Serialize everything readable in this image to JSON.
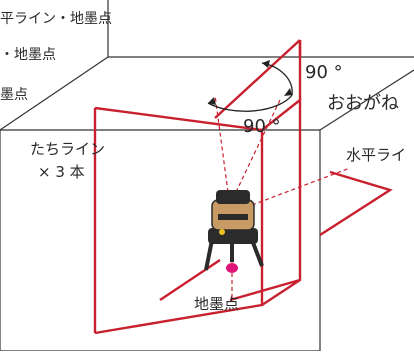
{
  "labels": {
    "top_clip_1": "平ライン・地墨点",
    "top_clip_2": "・地墨点",
    "top_clip_3": "墨点",
    "vertical_lines": "たちライン",
    "vertical_count": "× 3 本",
    "angle_upper": "90 °",
    "angle_lower": "90 °",
    "brand": "おおがね",
    "horizontal_line": "水平ライ",
    "ground_point": "地墨点"
  },
  "colors": {
    "laser": "#c8202e",
    "outline": "#333333",
    "device_body": "#c89a64",
    "device_dark": "#2b2b2b",
    "ground_dot": "#e0157a"
  }
}
